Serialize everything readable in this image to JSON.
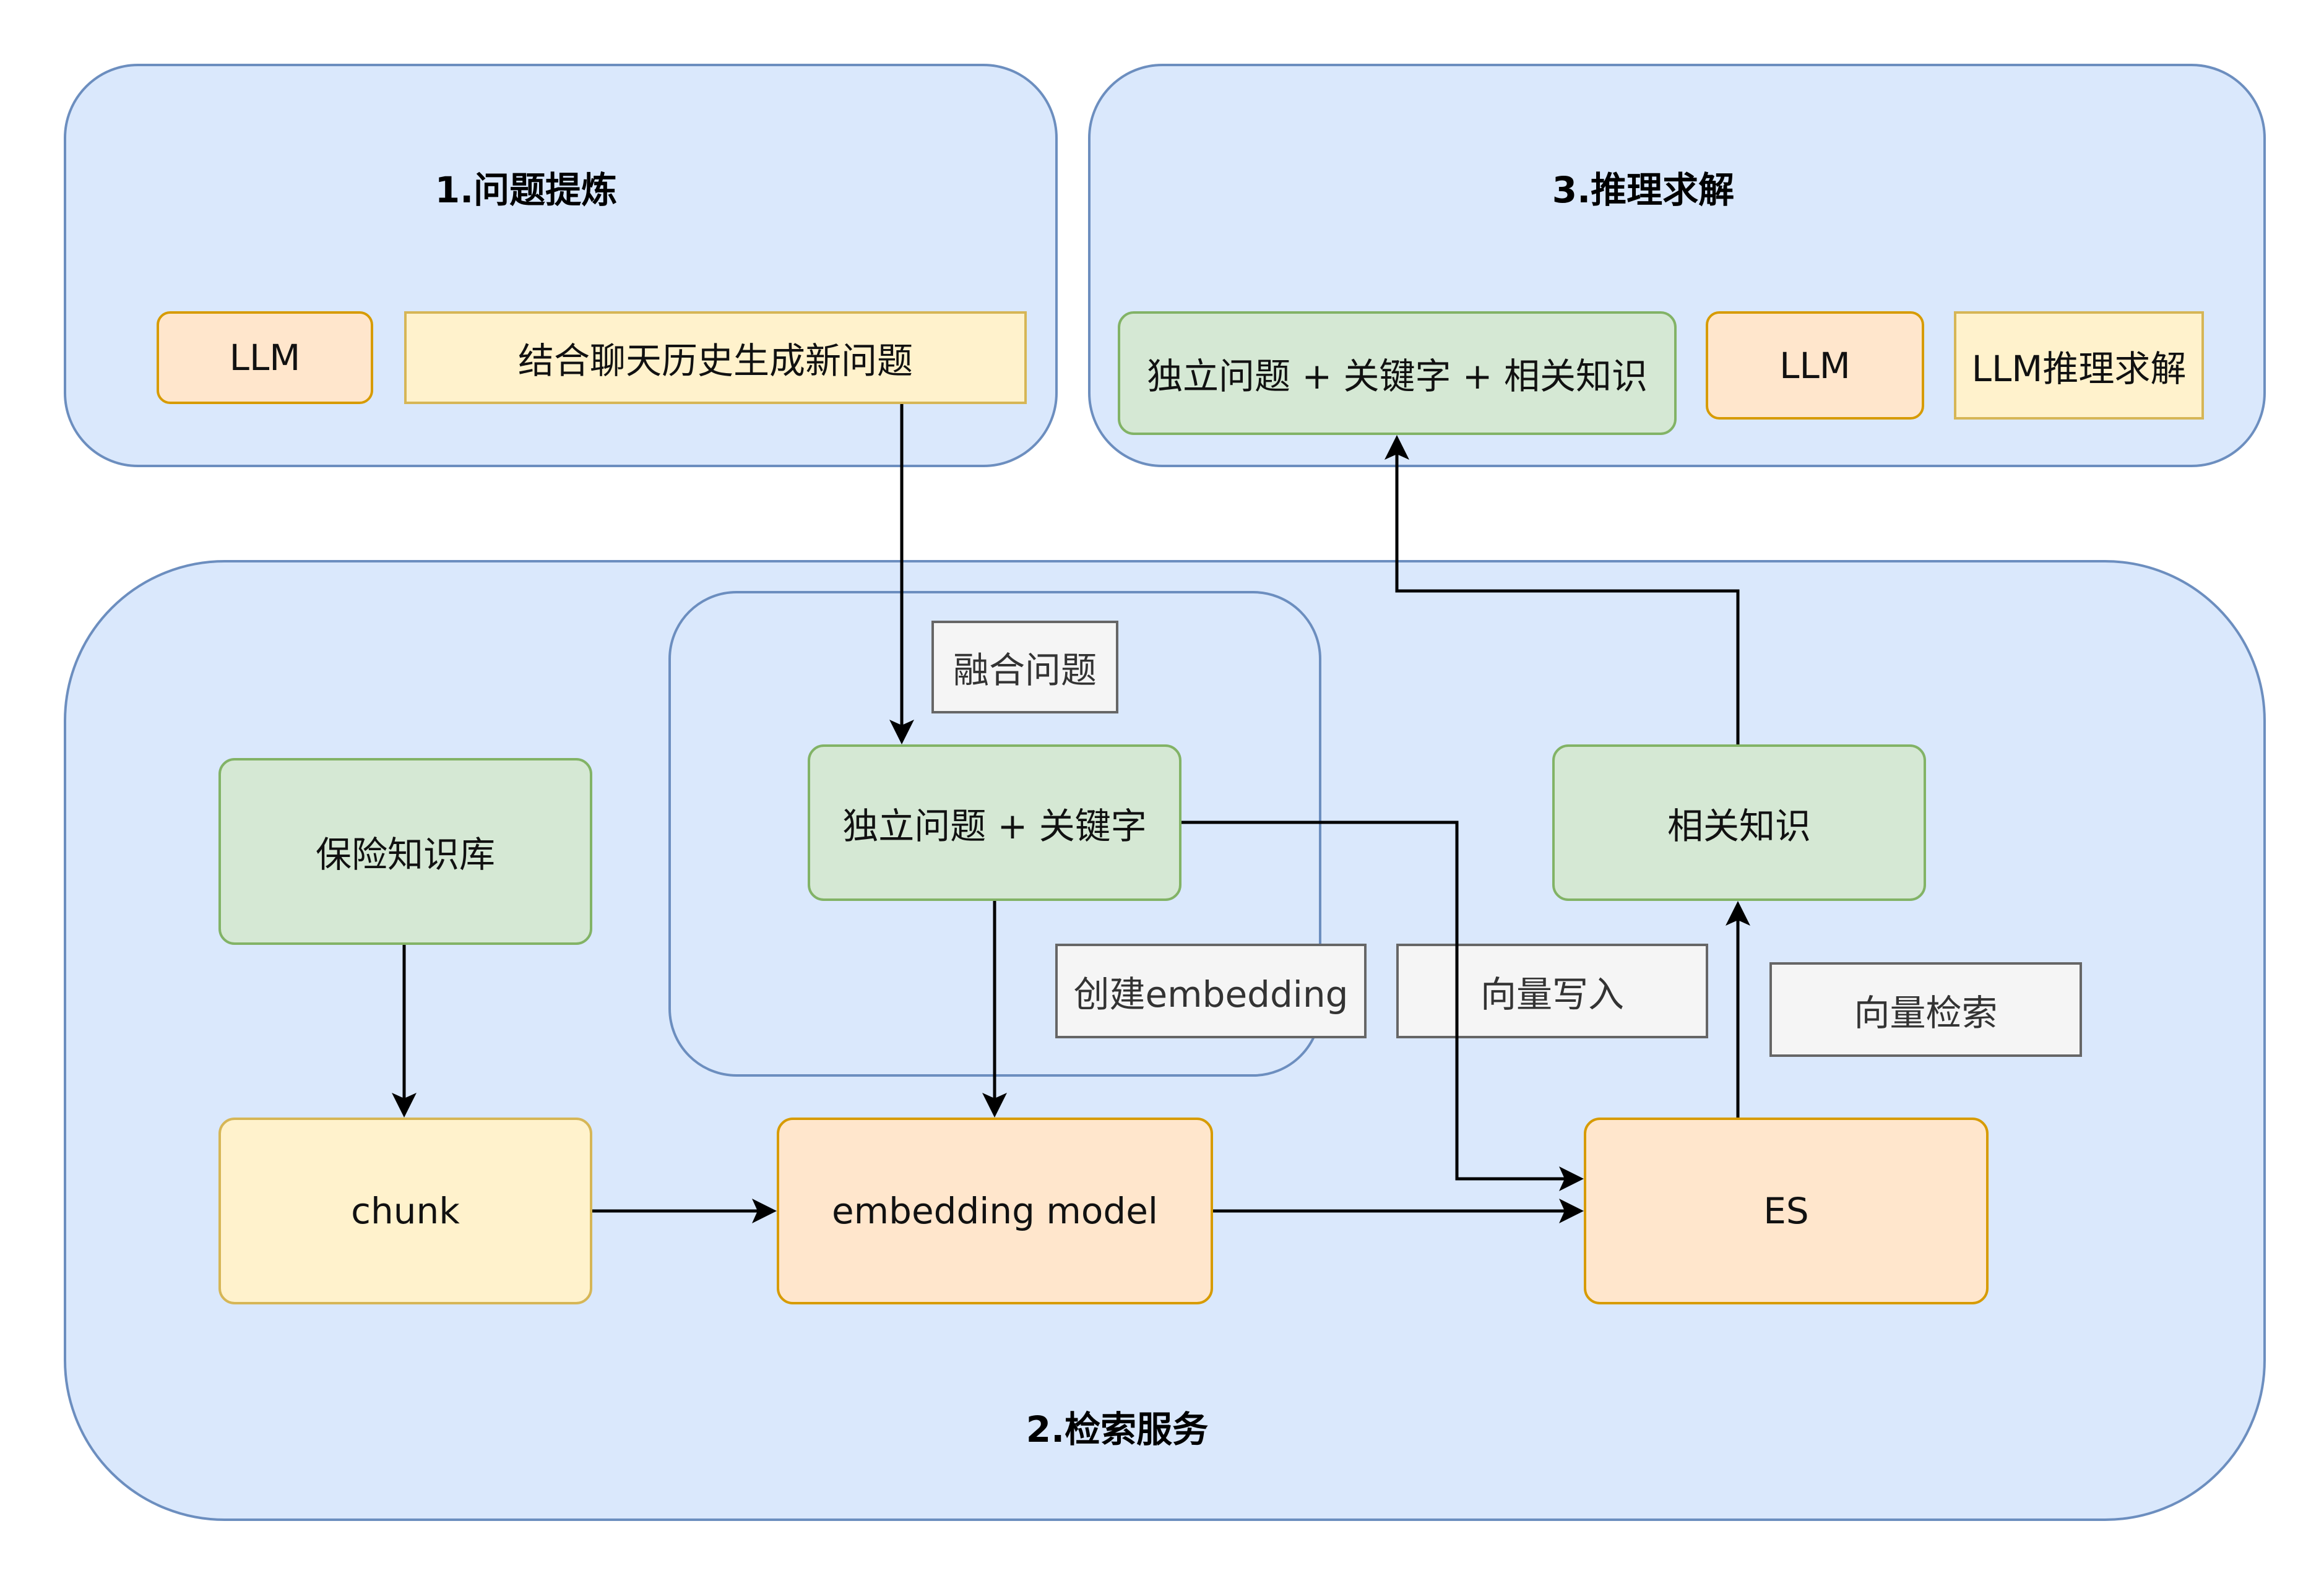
{
  "regions": {
    "refine": {
      "title": "1.问题提炼"
    },
    "infer": {
      "title": "3.推理求解"
    },
    "retrieve": {
      "title": "2.检索服务"
    }
  },
  "nodes": {
    "llm_refine": "LLM",
    "gen_new_question": "结合聊天历史生成新问题",
    "combined_input": "独立问题 + 关键字 + 相关知识",
    "llm_infer": "LLM",
    "llm_reasoning": "LLM推理求解",
    "fuse_question": "融合问题",
    "standalone_keywords": "独立问题 + 关键字",
    "related_knowledge": "相关知识",
    "insurance_kb": "保险知识库",
    "chunk": "chunk",
    "embedding_model": "embedding  model",
    "es": "ES"
  },
  "edge_labels": {
    "create_embedding": "创建embedding",
    "vector_write": "向量写入",
    "vector_search": "向量检索"
  },
  "colors": {
    "region_fill": "#dae8fc",
    "region_stroke": "#6c8ebf",
    "green_fill": "#d5e8d4",
    "green_stroke": "#82b366",
    "orange_fill": "#ffe6cc",
    "orange_stroke": "#d79b00",
    "yellow_fill": "#fff2cc",
    "yellow_stroke": "#d6b656",
    "label_fill": "#f5f5f5",
    "label_stroke": "#666666"
  }
}
